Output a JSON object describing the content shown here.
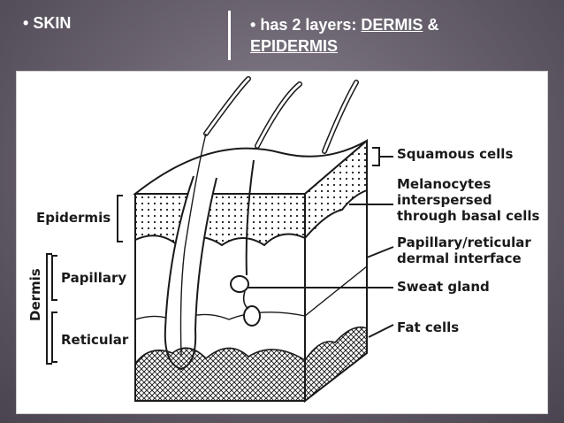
{
  "slide": {
    "bullet_glyph": "•",
    "left_text": "SKIN",
    "right_prefix": "has 2 layers:",
    "right_term1": "DERMIS",
    "right_amp": "&",
    "right_term2": "EPIDERMIS"
  },
  "diagram": {
    "labels": {
      "squamous": "Squamous cells",
      "melanocytes_1": "Melanocytes",
      "melanocytes_2": "interspersed",
      "melanocytes_3": "through basal cells",
      "papillary_interface_1": "Papillary/reticular",
      "papillary_interface_2": "dermal interface",
      "sweat_gland": "Sweat gland",
      "fat_cells": "Fat cells",
      "epidermis": "Epidermis",
      "dermis": "Dermis",
      "papillary": "Papillary",
      "reticular": "Reticular"
    },
    "colors": {
      "ink": "#1a1a1a",
      "background": "#ffffff"
    }
  }
}
